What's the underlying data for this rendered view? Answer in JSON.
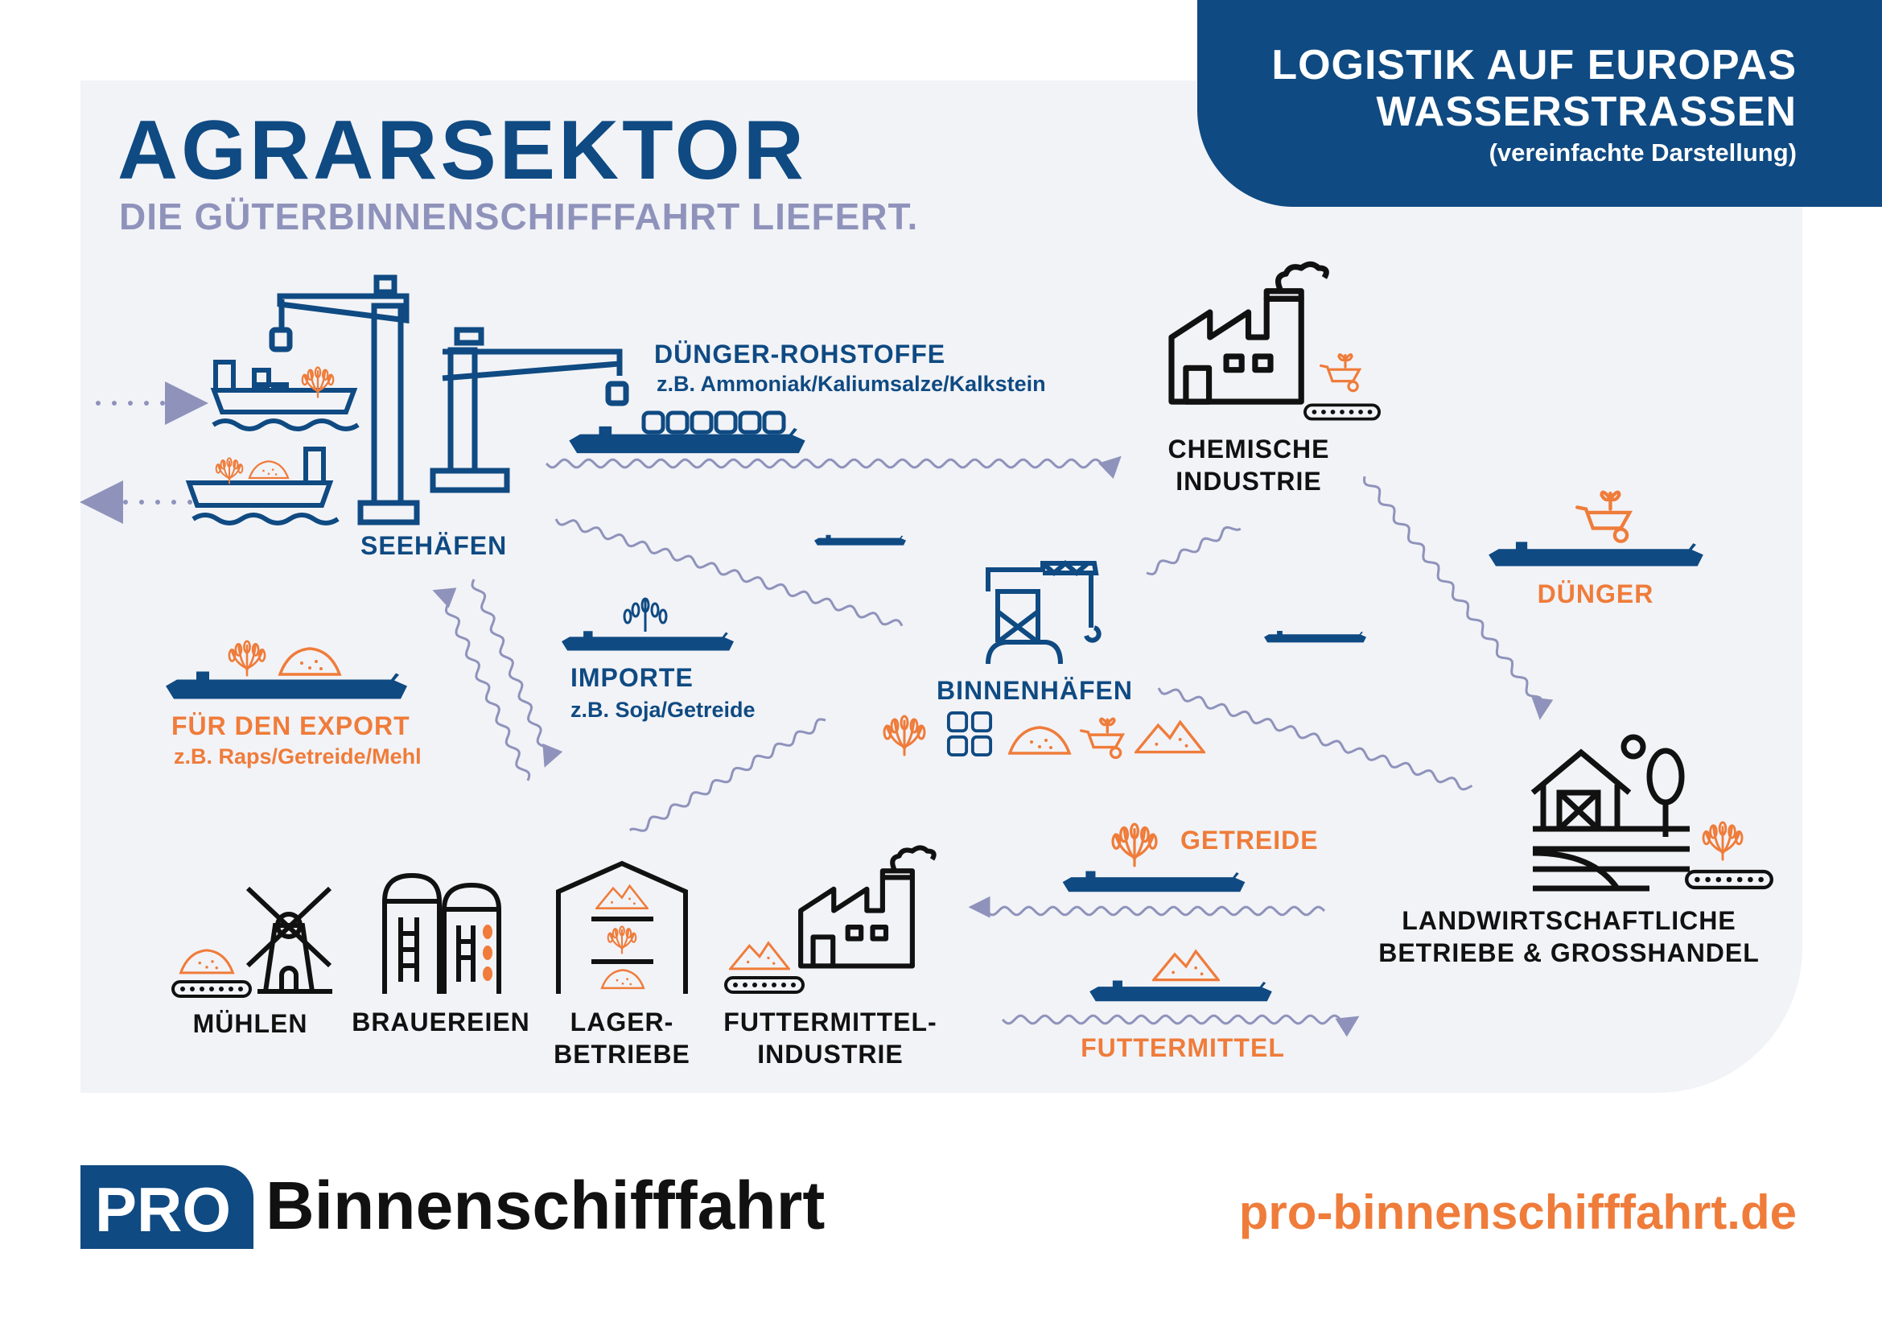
{
  "header": {
    "title": "AGRARSEKTOR",
    "subtitle": "DIE GÜTERBINNENSCHIFFFAHRT LIEFERT.",
    "banner_line1": "LOGISTIK AUF EUROPAS",
    "banner_line2": "WASSERSTRASSEN",
    "banner_note": "(vereinfachte Darstellung)"
  },
  "nodes": {
    "seehaefen": "SEEHÄFEN",
    "binnenhaefen": "BINNENHÄFEN",
    "chemische_1": "CHEMISCHE",
    "chemische_2": "INDUSTRIE",
    "landwirt_1": "LANDWIRTSCHAFTLICHE",
    "landwirt_2": "BETRIEBE & GROSSHANDEL",
    "muehlen": "MÜHLEN",
    "brauereien": "BRAUEREIEN",
    "lager_1": "LAGER-",
    "lager_2": "BETRIEBE",
    "futter_1": "FUTTERMITTEL-",
    "futter_2": "INDUSTRIE"
  },
  "flows": {
    "duenger_rohstoffe": "DÜNGER-ROHSTOFFE",
    "duenger_rohstoffe_sub": "z.B. Ammoniak/Kaliumsalze/Kalkstein",
    "importe": "IMPORTE",
    "importe_sub": "z.B. Soja/Getreide",
    "export": "FÜR DEN EXPORT",
    "export_sub": "z.B. Raps/Getreide/Mehl",
    "duenger": "DÜNGER",
    "getreide": "GETREIDE",
    "futtermittel": "FUTTERMITTEL"
  },
  "footer": {
    "logo_pro": "PRO",
    "logo_name": "Binnenschifffahrt",
    "url": "pro-binnenschifffahrt.de"
  },
  "colors": {
    "blue": "#0f4a82",
    "orange": "#ef7c3a",
    "lavender": "#8f93bb",
    "panel": "#f2f3f7"
  }
}
